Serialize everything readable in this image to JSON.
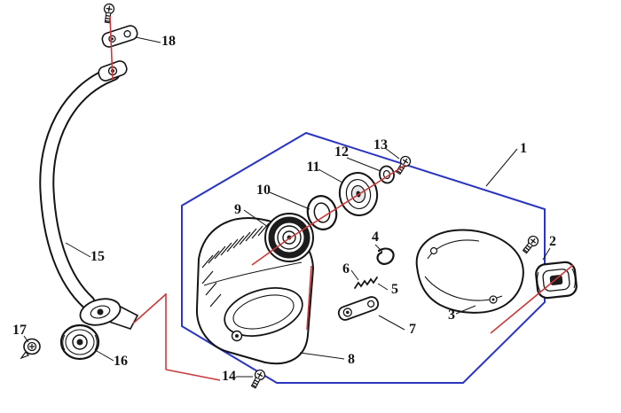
{
  "diagram": {
    "background": "#ffffff",
    "colors": {
      "boundary": "#2a35c0",
      "alignment_line": "#c8393b",
      "ink": "#141414"
    },
    "part_labels": {
      "p1": "1",
      "p2": "2",
      "p3": "3",
      "p4": "4",
      "p5": "5",
      "p6": "6",
      "p7": "7",
      "p8": "8",
      "p9": "9",
      "p10": "10",
      "p11": "11",
      "p12": "12",
      "p13": "13",
      "p14": "14",
      "p15": "15",
      "p16": "16",
      "p17": "17",
      "p18": "18"
    }
  }
}
